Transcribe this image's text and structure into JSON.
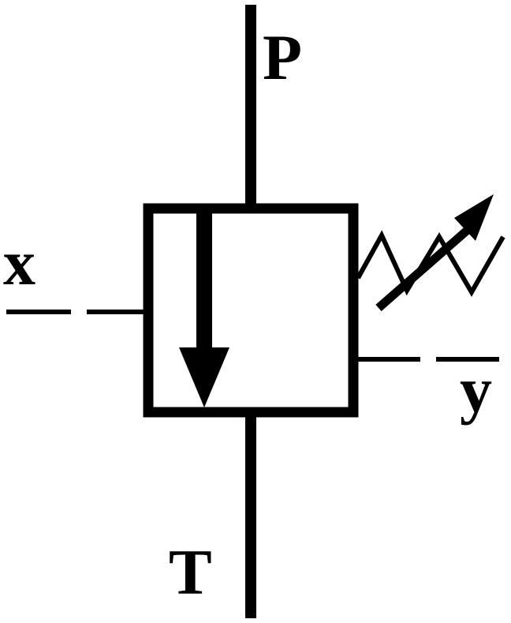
{
  "diagram": {
    "ports": {
      "pressure": "P",
      "tank": "T",
      "pilot_x": "x",
      "drain_y": "y"
    },
    "colors": {
      "stroke": "#000000",
      "background": "#ffffff"
    }
  }
}
